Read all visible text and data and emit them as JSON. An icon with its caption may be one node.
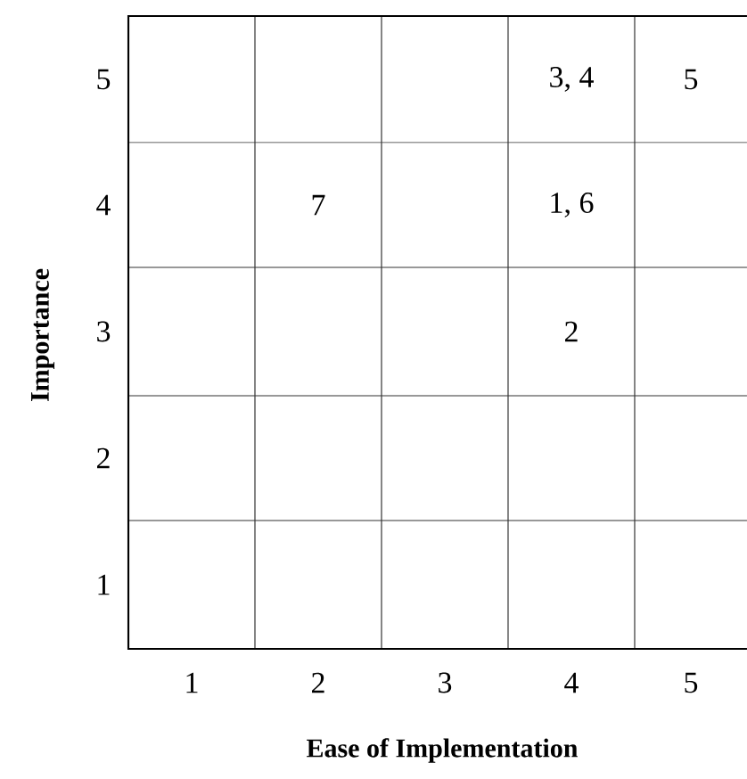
{
  "diagram": {
    "labels": [
      "5",
      "3, 4",
      "5",
      "4",
      "7",
      "1, 6",
      "Importance",
      "3",
      "2",
      "2",
      "1",
      "1",
      "2",
      "3",
      "4",
      "5",
      "Ease of Implementation"
    ]
  }
}
